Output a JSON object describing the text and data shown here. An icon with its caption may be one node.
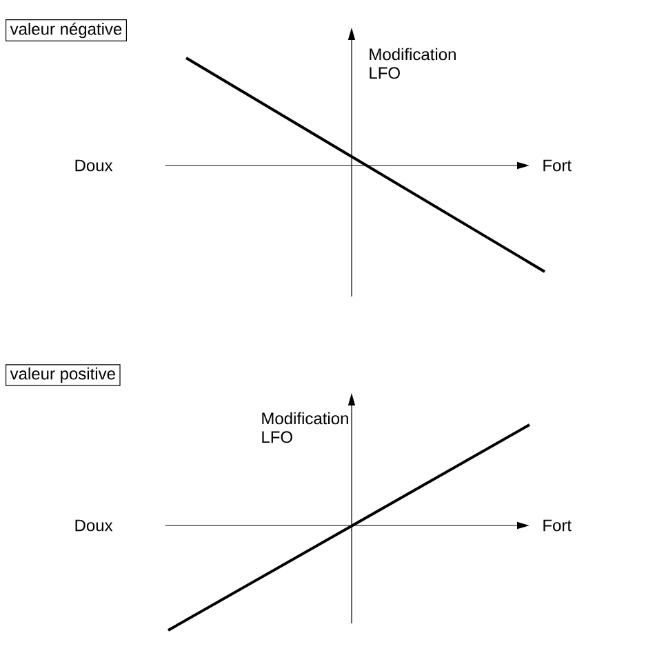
{
  "diagram": {
    "nodes": [
      {
        "text": [
          "valeur négative"
        ]
      },
      {
        "text": [
          "valeur positive"
        ]
      }
    ],
    "labels": [
      "Modification LFO",
      "Doux",
      "Fort",
      "Modification LFO",
      "Doux",
      "Fort"
    ]
  }
}
